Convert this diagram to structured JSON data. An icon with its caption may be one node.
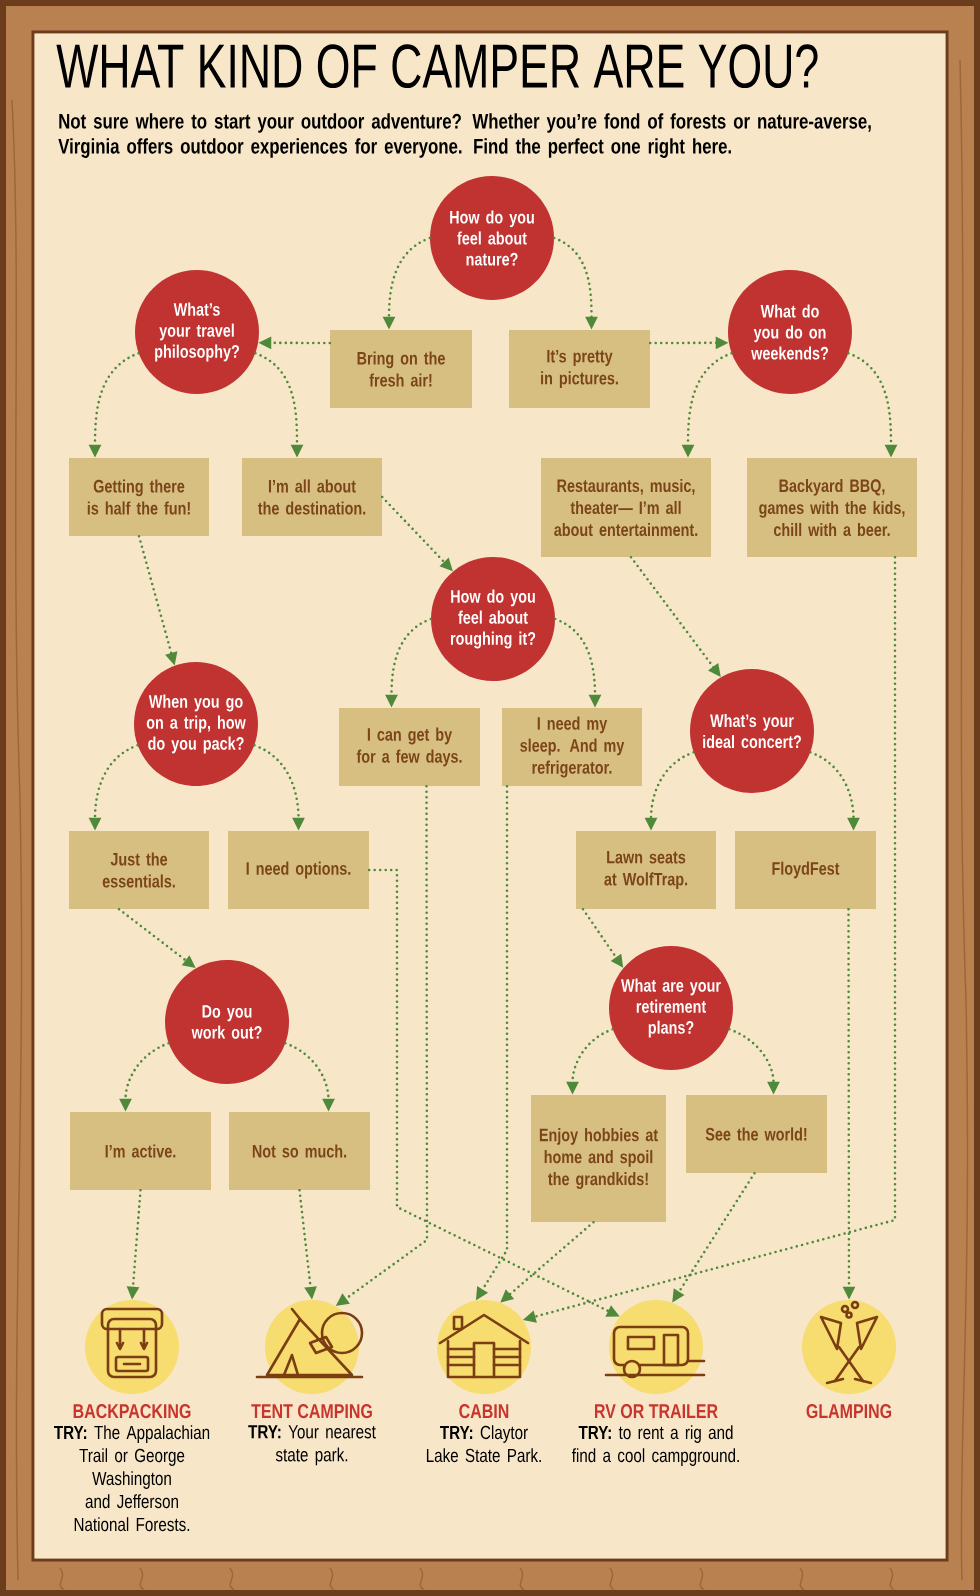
{
  "diagram": {
    "title": "WHAT KIND OF CAMPER ARE YOU?",
    "nodes": [
      {
        "text": [
          "How do you feel about nature?"
        ]
      },
      {
        "text": [
          "What’s your travel philosophy?"
        ]
      },
      {
        "text": [
          "Bring on the fresh air!"
        ]
      },
      {
        "text": [
          "It’s pretty in pictures."
        ]
      },
      {
        "text": [
          "What do you do on weekends?"
        ]
      },
      {
        "text": [
          "Getting there is half the fun!"
        ]
      },
      {
        "text": [
          "I’m all about the destination."
        ]
      },
      {
        "text": [
          "Restaurants, music, theater— I’m all about entertainment."
        ]
      },
      {
        "text": [
          "Backyard BBQ, games with the kids, chill with a beer."
        ]
      },
      {
        "text": [
          "How do you feel about roughing it?"
        ]
      },
      {
        "text": [
          "When you go on a trip, how do you pack?"
        ]
      },
      {
        "text": [
          "I can get by for a few days."
        ]
      },
      {
        "text": [
          "I need my sleep. And my refrigerator."
        ]
      },
      {
        "text": [
          "What’s your ideal concert?"
        ]
      },
      {
        "text": [
          "Just the essentials."
        ]
      },
      {
        "text": [
          "I need options."
        ]
      },
      {
        "text": [
          "Lawn seats at WolfTrap."
        ]
      },
      {
        "text": [
          "FloydFest"
        ]
      },
      {
        "text": [
          "Do you work out?"
        ]
      },
      {
        "text": [
          "What are your retirement plans?"
        ]
      },
      {
        "text": [
          "I’m active."
        ]
      },
      {
        "text": [
          "Not so much."
        ]
      },
      {
        "text": [
          "Enjoy hobbies at home and spoil the grandkids!"
        ]
      },
      {
        "text": [
          "See the world!"
        ]
      },
      {
        "text": [
          "BACKPACKING",
          "**TRY:** The Appalachian Trail or George Washington and Jefferson National Forests."
        ]
      },
      {
        "text": [
          "TENT CAMPING",
          "**TRY:** Your nearest state park."
        ]
      },
      {
        "text": [
          "CABIN",
          "**TRY:** Claytor Lake State Park."
        ]
      },
      {
        "text": [
          "RV OR TRAILER",
          "**TRY:** to rent a rig and find a cool campground."
        ]
      },
      {
        "text": [
          "GLAMPING"
        ]
      }
    ],
    "edges": [
      {
        "from": 0,
        "to": 2,
        "arrow": "to"
      },
      {
        "from": 0,
        "to": 3,
        "arrow": "to"
      },
      {
        "from": 2,
        "to": 1,
        "arrow": "to"
      },
      {
        "from": 3,
        "to": 4,
        "arrow": "to"
      },
      {
        "from": 1,
        "to": 5,
        "arrow": "to"
      },
      {
        "from": 1,
        "to": 6,
        "arrow": "to"
      },
      {
        "from": 4,
        "to": 7,
        "arrow": "to"
      },
      {
        "from": 4,
        "to": 8,
        "arrow": "to"
      },
      {
        "from": 6,
        "to": 9,
        "arrow": "to"
      },
      {
        "from": 5,
        "to": 10,
        "arrow": "to"
      },
      {
        "from": 7,
        "to": 13,
        "arrow": "to"
      },
      {
        "from": 9,
        "to": 11,
        "arrow": "to"
      },
      {
        "from": 9,
        "to": 12,
        "arrow": "to"
      },
      {
        "from": 10,
        "to": 14,
        "arrow": "to"
      },
      {
        "from": 10,
        "to": 15,
        "arrow": "to"
      },
      {
        "from": 13,
        "to": 16,
        "arrow": "to"
      },
      {
        "from": 13,
        "to": 17,
        "arrow": "to"
      },
      {
        "from": 14,
        "to": 18,
        "arrow": "to"
      },
      {
        "from": 16,
        "to": 19,
        "arrow": "to"
      },
      {
        "from": 18,
        "to": 20,
        "arrow": "to"
      },
      {
        "from": 18,
        "to": 21,
        "arrow": "to"
      },
      {
        "from": 19,
        "to": 22,
        "arrow": "to"
      },
      {
        "from": 19,
        "to": 23,
        "arrow": "to"
      },
      {
        "from": 20,
        "to": 24,
        "arrow": "to"
      },
      {
        "from": 21,
        "to": 25,
        "arrow": "to"
      },
      {
        "from": 11,
        "to": 25,
        "arrow": "to"
      },
      {
        "from": 15,
        "to": 27,
        "arrow": "to"
      },
      {
        "from": 12,
        "to": 26,
        "arrow": "to"
      },
      {
        "from": 22,
        "to": 26,
        "arrow": "to"
      },
      {
        "from": 23,
        "to": 27,
        "arrow": "to"
      },
      {
        "from": 8,
        "to": 26,
        "arrow": "to"
      },
      {
        "from": 17,
        "to": 28,
        "arrow": "to"
      }
    ],
    "labels": [
      "Not sure where to start your outdoor adventure? Whether you’re fond of forests or nature-averse, Virginia offers outdoor experiences for everyone. Find the perfect one right here."
    ]
  }
}
